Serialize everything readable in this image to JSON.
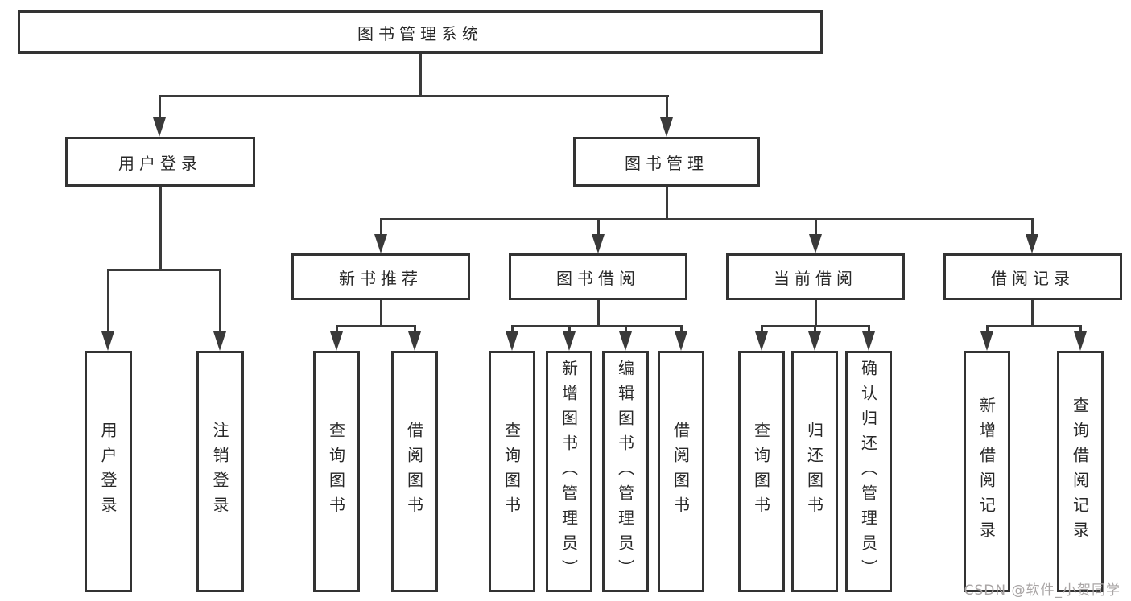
{
  "diagram": {
    "title": "图书管理系统",
    "nodes": {
      "root": {
        "label": "图书管理系统"
      },
      "user_login": {
        "label": "用户登录"
      },
      "book_mgmt": {
        "label": "图书管理"
      },
      "new_book_rec": {
        "label": "新书推荐"
      },
      "book_borrow": {
        "label": "图书借阅"
      },
      "current_borrow": {
        "label": "当前借阅"
      },
      "borrow_records": {
        "label": "借阅记录"
      },
      "leaf_user_login": {
        "label": "用户登录"
      },
      "leaf_logout": {
        "label": "注销登录"
      },
      "leaf_nbr_query": {
        "label": "查询图书"
      },
      "leaf_nbr_borrow": {
        "label": "借阅图书"
      },
      "leaf_bb_query": {
        "label": "查询图书"
      },
      "leaf_bb_add": {
        "label": "新增图书（管理员）"
      },
      "leaf_bb_edit": {
        "label": "编辑图书（管理员）"
      },
      "leaf_bb_borrow": {
        "label": "借阅图书"
      },
      "leaf_cb_query": {
        "label": "查询图书"
      },
      "leaf_cb_return": {
        "label": "归还图书"
      },
      "leaf_cb_confirm": {
        "label": "确认归还（管理员）"
      },
      "leaf_br_add": {
        "label": "新增借阅记录"
      },
      "leaf_br_query": {
        "label": "查询借阅记录"
      }
    },
    "edges": [
      {
        "from": "root",
        "to": "user_login"
      },
      {
        "from": "root",
        "to": "book_mgmt"
      },
      {
        "from": "user_login",
        "to": "leaf_user_login"
      },
      {
        "from": "user_login",
        "to": "leaf_logout"
      },
      {
        "from": "book_mgmt",
        "to": "new_book_rec"
      },
      {
        "from": "book_mgmt",
        "to": "book_borrow"
      },
      {
        "from": "book_mgmt",
        "to": "current_borrow"
      },
      {
        "from": "book_mgmt",
        "to": "borrow_records"
      },
      {
        "from": "new_book_rec",
        "to": "leaf_nbr_query"
      },
      {
        "from": "new_book_rec",
        "to": "leaf_nbr_borrow"
      },
      {
        "from": "book_borrow",
        "to": "leaf_bb_query"
      },
      {
        "from": "book_borrow",
        "to": "leaf_bb_add"
      },
      {
        "from": "book_borrow",
        "to": "leaf_bb_edit"
      },
      {
        "from": "book_borrow",
        "to": "leaf_bb_borrow"
      },
      {
        "from": "current_borrow",
        "to": "leaf_cb_query"
      },
      {
        "from": "current_borrow",
        "to": "leaf_cb_return"
      },
      {
        "from": "current_borrow",
        "to": "leaf_cb_confirm"
      },
      {
        "from": "borrow_records",
        "to": "leaf_br_add"
      },
      {
        "from": "borrow_records",
        "to": "leaf_br_query"
      }
    ],
    "watermark": "CSDN @软件_小贺同学",
    "colors": {
      "line": "#3a3a3a",
      "border": "#333333",
      "text": "#282828",
      "background": "#ffffff",
      "watermark": "#a9a5a5"
    }
  }
}
